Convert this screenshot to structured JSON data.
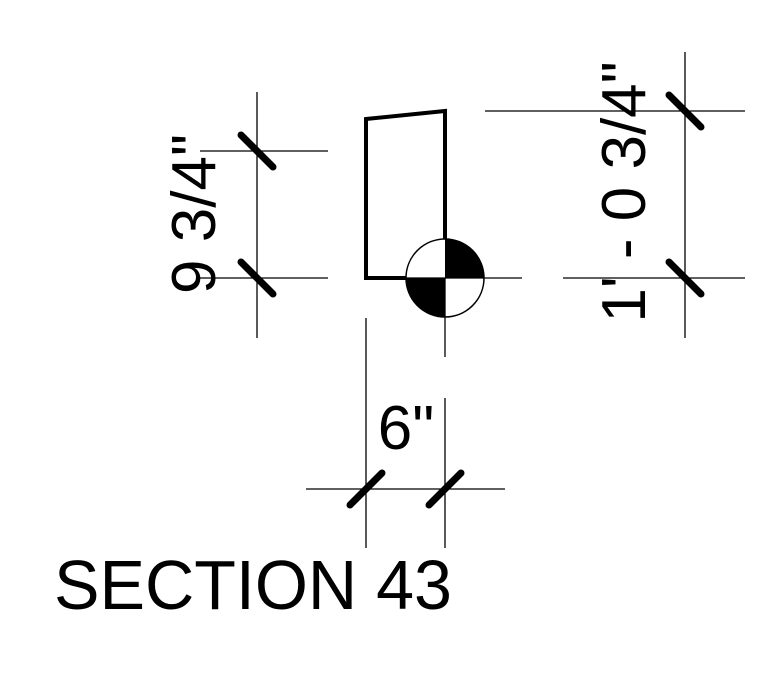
{
  "drawing": {
    "dim_left_label": "9 3/4\"",
    "dim_right_label": "1' - 0 3/4\"",
    "dim_bottom_label": "6\"",
    "section_title": "SECTION 43"
  }
}
